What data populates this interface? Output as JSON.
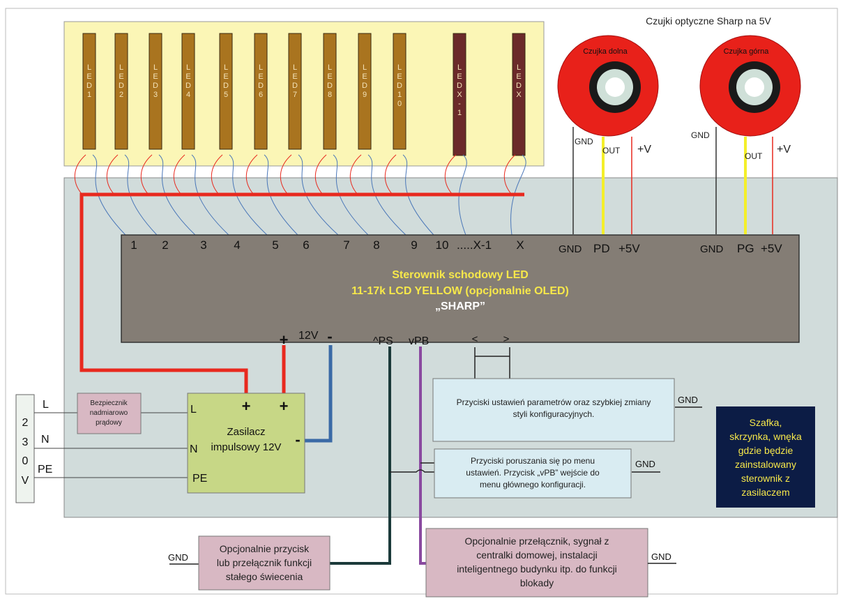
{
  "leds": [
    "LED1",
    "LED2",
    "LED3",
    "LED4",
    "LED5",
    "LED6",
    "LED7",
    "LED8",
    "LED9",
    "LED10",
    "LEDX-1",
    "LEDX"
  ],
  "pins": [
    "1",
    "2",
    "3",
    "4",
    "5",
    "6",
    "7",
    "8",
    "9",
    "10",
    ".....X-1",
    "X"
  ],
  "sensors_title": "Czujki optyczne Sharp na 5V",
  "sensor_lower": "Czujka dolna",
  "sensor_upper": "Czujka górna",
  "sensor_out": "OUT",
  "sensor_vplus": "+V",
  "gnd": "GND",
  "pd": "PD",
  "pg": "PG",
  "plus5v": "+5V",
  "controller": {
    "line1": "Sterownik schodowy LED",
    "line2": "11-17k LCD YELLOW (opcjonalnie OLED)",
    "line3": "„SHARP”"
  },
  "power_labels": {
    "plus": "+",
    "v12": "12V",
    "minus": "-"
  },
  "ps": "^PS",
  "pb": "vPB",
  "lt": "<",
  "gt": ">",
  "mains": {
    "voltage": [
      "2",
      "3",
      "0",
      "V"
    ],
    "L": "L",
    "N": "N",
    "PE": "PE"
  },
  "fuse": [
    "Bezpiecznik",
    "nadmiarowo",
    "prądowy"
  ],
  "psu": {
    "L": "L",
    "N": "N",
    "PE": "PE",
    "line1": "Zasilacz",
    "line2": "impulsowy 12V",
    "plus": "+",
    "minus": "-"
  },
  "buttons_settings": [
    "Przyciski ustawień parametrów oraz szybkiej zmiany",
    "styli konfiguracyjnych."
  ],
  "buttons_menu": [
    "Przyciski poruszania się po menu",
    "ustawień. Przycisk „vPB” wejście do",
    "menu głównego konfiguracji."
  ],
  "cabinet": [
    "Szafka,",
    "skrzynka, wnęka",
    "gdzie będzie",
    "zainstalowany",
    "sterownik z",
    "zasilaczem"
  ],
  "option_ps": [
    "Opcjonalnie przycisk",
    "lub przełącznik funkcji",
    "stałego świecenia"
  ],
  "option_pb": [
    "Opcjonalnie przełącznik, sygnał z",
    "centralki domowej, instalacji",
    "inteligentnego budynku itp. do funkcji",
    "blokady"
  ],
  "colors": {
    "led": "#a9741f",
    "led_dark": "#6b2a2a",
    "strip_bg": "#fbf6b6",
    "cabinet_bg": "#d1dcdb",
    "controller": "#847d75",
    "red": "#e8291e",
    "blue": "#3a6aa6",
    "purple": "#8a4aa0",
    "dark": "#1b3a3a",
    "psu": "#c7d786",
    "fuse": "#d8b8c3",
    "note": "#d9ecf2",
    "cabinet_note": "#0c1c45",
    "yellow_text": "#f7e84a"
  }
}
